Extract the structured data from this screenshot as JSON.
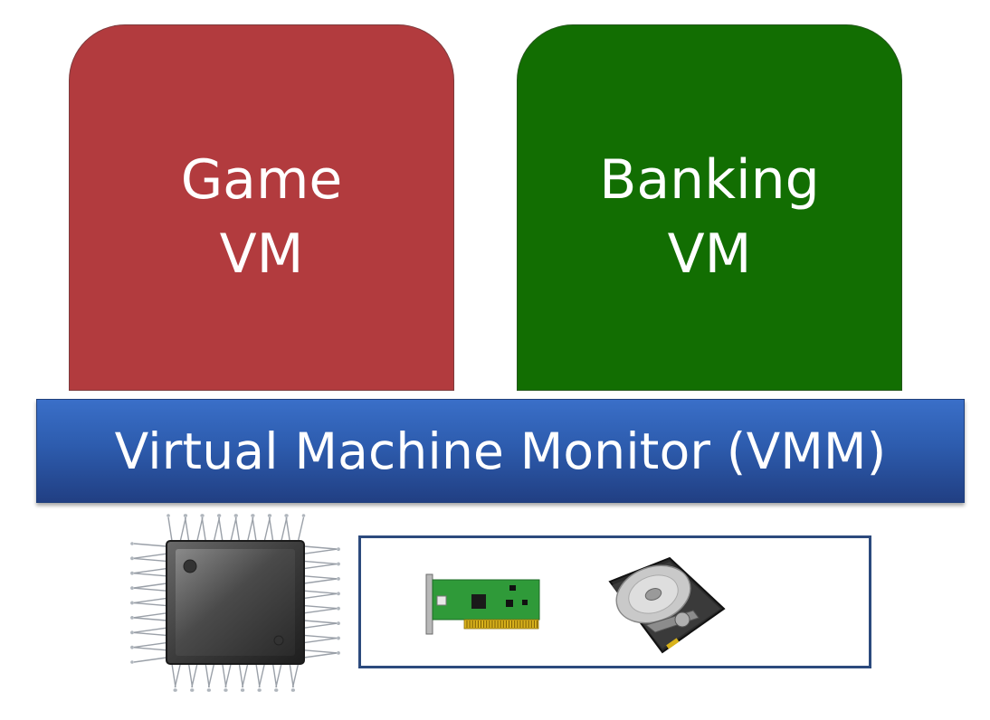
{
  "vms": {
    "game": {
      "line1": "Game",
      "line2": "VM",
      "color": "#b23b3e"
    },
    "banking": {
      "line1": "Banking",
      "line2": "VM",
      "color": "#126e02"
    }
  },
  "vmm": {
    "label": "Virtual Machine Monitor (VMM)",
    "color": "#2d5cae"
  },
  "hardware": {
    "cpu_icon": "cpu-chip-icon",
    "devices": [
      "network-card-icon",
      "hard-drive-icon"
    ]
  }
}
